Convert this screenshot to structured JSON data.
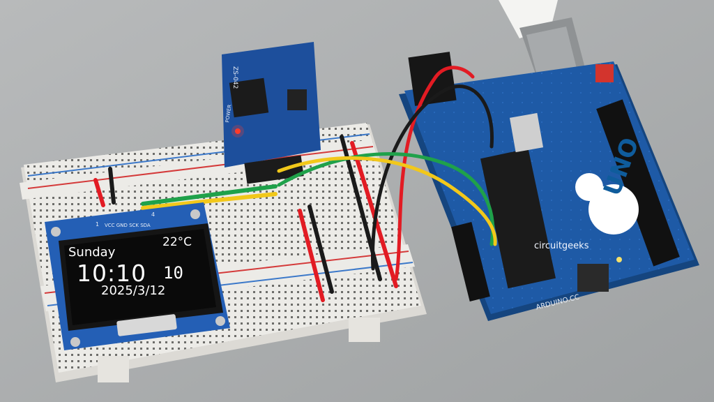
{
  "oled": {
    "day": "Sunday",
    "temperature": "22°C",
    "time": "10:10",
    "seconds": "10",
    "date": "2025/3/12",
    "pin_labels": "VCC GND SCK SDA",
    "pin_first": "1",
    "pin_last": "4"
  },
  "rtc_module": {
    "chip_label": "ZS-042",
    "power_label": "POWER"
  },
  "arduino": {
    "logo_word": "UNO",
    "footer": "ARDUINO.CC"
  },
  "watermark": "circuitgeeks",
  "colors": {
    "background": "#a9acad",
    "breadboard": "#ecebe7",
    "arduino_board": "#1e5aa6",
    "oled_board": "#245fb5",
    "rtc_board": "#1d4f9c",
    "wire_red": "#e21b23",
    "wire_black": "#1a1a1a",
    "wire_green": "#1fa14a",
    "wire_yellow": "#f2c81a"
  }
}
